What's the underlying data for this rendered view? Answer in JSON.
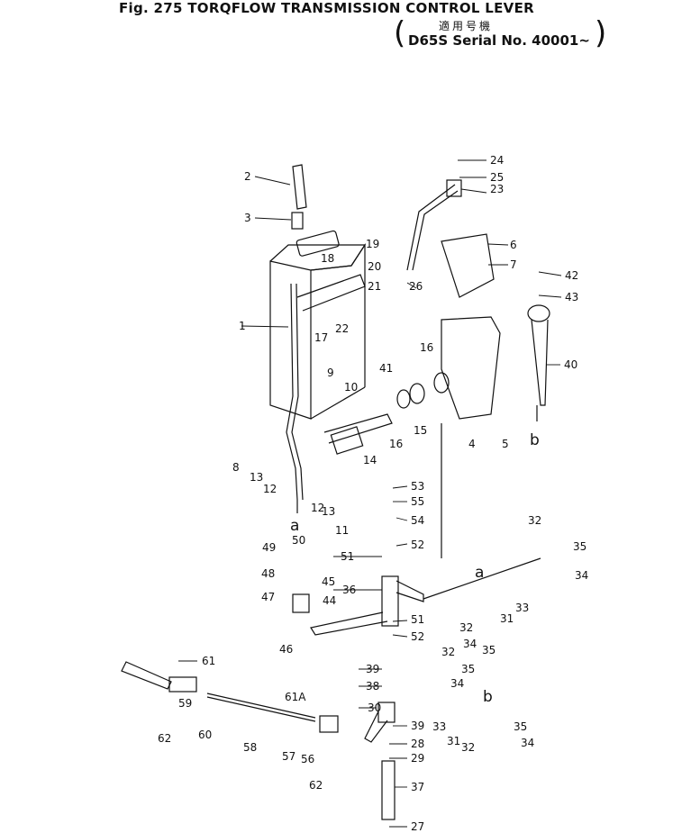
{
  "header": {
    "title": "Fig. 275   TORQFLOW TRANSMISSION CONTROL LEVER",
    "jp_label": "適用号機",
    "serial": "D65S Serial No. 40001~",
    "paren_open": "(",
    "paren_close": ")"
  },
  "callouts": [
    "1",
    "2",
    "3",
    "4",
    "5",
    "6",
    "7",
    "8",
    "9",
    "10",
    "11",
    "12",
    "12",
    "13",
    "13",
    "14",
    "15",
    "16",
    "16",
    "17",
    "18",
    "19",
    "20",
    "21",
    "22",
    "23",
    "24",
    "25",
    "26",
    "27",
    "28",
    "29",
    "30",
    "31",
    "31",
    "32",
    "32",
    "32",
    "32",
    "33",
    "33",
    "34",
    "34",
    "34",
    "34",
    "35",
    "35",
    "35",
    "35",
    "36",
    "37",
    "38",
    "39",
    "39",
    "40",
    "41",
    "42",
    "43",
    "44",
    "45",
    "46",
    "47",
    "48",
    "49",
    "50",
    "51",
    "51",
    "52",
    "52",
    "53",
    "54",
    "55",
    "56",
    "57",
    "58",
    "59",
    "60",
    "61",
    "61A",
    "62",
    "62"
  ],
  "connectors": [
    "a",
    "a",
    "b",
    "b"
  ]
}
